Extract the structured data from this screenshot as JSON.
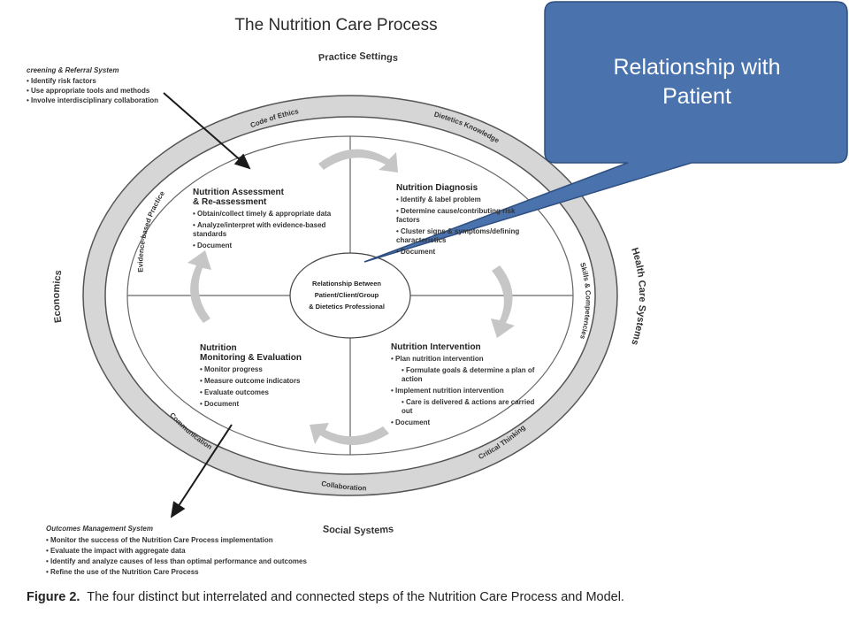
{
  "title": "The Nutrition Care Process",
  "screening": {
    "header": "creening & Referral System",
    "items": [
      "Identify risk factors",
      "Use appropriate tools and methods",
      "Involve interdisciplinary collaboration"
    ]
  },
  "outer_ring": {
    "top": "Practice Settings",
    "right": "Health Care Systems",
    "bottom": "Social Systems",
    "left": "Economics"
  },
  "inner_ring": {
    "top_left": "Code of Ethics",
    "top_right": "Dietetics Knowledge",
    "right": "Skills & Competencies",
    "bottom_right": "Critical Thinking",
    "bottom": "Collaboration",
    "bottom_left": "Communication",
    "left": "Evidence-based Practice"
  },
  "assessment": {
    "title_line1": "Nutrition Assessment",
    "title_line2": "& Re-assessment",
    "items": [
      "Obtain/collect timely & appropriate data",
      "Analyze/interpret with evidence-based standards",
      "Document"
    ]
  },
  "diagnosis": {
    "title": "Nutrition Diagnosis",
    "items": [
      "Identify & label problem",
      "Determine cause/contributing risk factors",
      "Cluster signs & symptoms/defining characteristics",
      "Document"
    ]
  },
  "intervention": {
    "title": "Nutrition Intervention",
    "items": [
      "Plan nutrition intervention",
      "Formulate goals & determine a plan of action",
      "Implement nutrition intervention",
      "Care is delivered & actions are carried out",
      "Document"
    ]
  },
  "monitoring": {
    "title_line1": "Nutrition",
    "title_line2": "Monitoring & Evaluation",
    "items": [
      "Monitor progress",
      "Measure outcome indicators",
      "Evaluate outcomes",
      "Document"
    ]
  },
  "center": {
    "line1": "Relationship Between",
    "line2": "Patient/Client/Group",
    "line3": "& Dietetics Professional"
  },
  "outcomes": {
    "header": "Outcomes Management System",
    "items": [
      "Monitor the success of the Nutrition Care Process implementation",
      "Evaluate the impact with aggregate data",
      "Identify and analyze causes of less than optimal performance and outcomes",
      "Refine the use of the Nutrition Care Process"
    ]
  },
  "caption": {
    "label": "Figure 2.",
    "text": "The four distinct but interrelated and connected steps of the Nutrition Care Process and Model."
  },
  "callout": {
    "line1": "Relationship with",
    "line2": "Patient",
    "fill": "#4a72ac",
    "stroke": "#2f4f80"
  }
}
